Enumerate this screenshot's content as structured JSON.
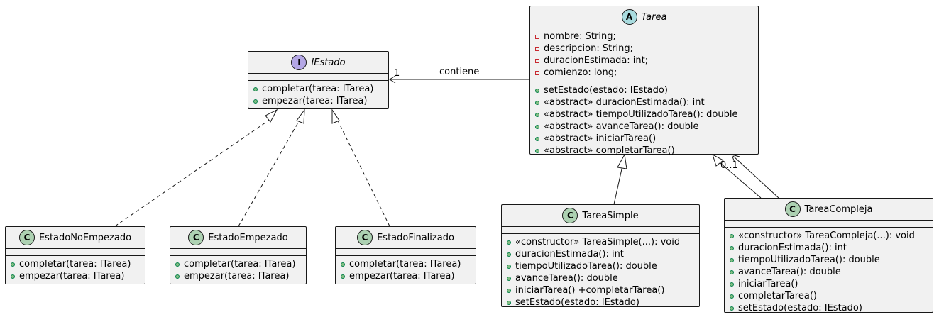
{
  "classes": {
    "iestado": {
      "badge": "I",
      "name": "IEstado",
      "fields": [],
      "methods": [
        {
          "vis": "public",
          "text": "completar(tarea: ITarea)"
        },
        {
          "vis": "public",
          "text": "empezar(tarea: ITarea)"
        }
      ]
    },
    "tarea": {
      "badge": "A",
      "name": "Tarea",
      "fields": [
        {
          "vis": "private",
          "text": "nombre: String;"
        },
        {
          "vis": "private",
          "text": "descripcion: String;"
        },
        {
          "vis": "private",
          "text": "duracionEstimada: int;"
        },
        {
          "vis": "private",
          "text": "comienzo: long;"
        }
      ],
      "methods": [
        {
          "vis": "public",
          "text": "setEstado(estado: IEstado)"
        },
        {
          "vis": "public",
          "text": "«abstract» duracionEstimada(): int"
        },
        {
          "vis": "public",
          "text": "«abstract» tiempoUtilizadoTarea(): double"
        },
        {
          "vis": "public",
          "text": "«abstract» avanceTarea(): double"
        },
        {
          "vis": "public",
          "text": "«abstract» iniciarTarea()"
        },
        {
          "vis": "public",
          "text": "«abstract» completarTarea()"
        }
      ]
    },
    "estado_no_empezado": {
      "badge": "C",
      "name": "EstadoNoEmpezado",
      "fields": [],
      "methods": [
        {
          "vis": "public",
          "text": "completar(tarea: ITarea)"
        },
        {
          "vis": "public",
          "text": "empezar(tarea: ITarea)"
        }
      ]
    },
    "estado_empezado": {
      "badge": "C",
      "name": "EstadoEmpezado",
      "fields": [],
      "methods": [
        {
          "vis": "public",
          "text": "completar(tarea: ITarea)"
        },
        {
          "vis": "public",
          "text": "empezar(tarea: ITarea)"
        }
      ]
    },
    "estado_finalizado": {
      "badge": "C",
      "name": "EstadoFinalizado",
      "fields": [],
      "methods": [
        {
          "vis": "public",
          "text": "completar(tarea: ITarea)"
        },
        {
          "vis": "public",
          "text": "empezar(tarea: ITarea)"
        }
      ]
    },
    "tarea_simple": {
      "badge": "C",
      "name": "TareaSimple",
      "fields": [],
      "methods": [
        {
          "vis": "public",
          "text": "«constructor» TareaSimple(...): void"
        },
        {
          "vis": "public",
          "text": "duracionEstimada(): int"
        },
        {
          "vis": "public",
          "text": "tiempoUtilizadoTarea(): double"
        },
        {
          "vis": "public",
          "text": "avanceTarea(): double"
        },
        {
          "vis": "public",
          "text": "iniciarTarea() +completarTarea()"
        },
        {
          "vis": "public",
          "text": "setEstado(estado: IEstado)"
        }
      ]
    },
    "tarea_compleja": {
      "badge": "C",
      "name": "TareaCompleja",
      "fields": [],
      "methods": [
        {
          "vis": "public",
          "text": "«constructor» TareaCompleja(...): void"
        },
        {
          "vis": "public",
          "text": "duracionEstimada(): int"
        },
        {
          "vis": "public",
          "text": "tiempoUtilizadoTarea(): double"
        },
        {
          "vis": "public",
          "text": "avanceTarea(): double"
        },
        {
          "vis": "public",
          "text": "iniciarTarea()"
        },
        {
          "vis": "public",
          "text": "completarTarea()"
        },
        {
          "vis": "public",
          "text": "setEstado(estado: IEstado)"
        }
      ]
    }
  },
  "relations": {
    "contiene": {
      "label": "contiene",
      "multiplicity": "1"
    },
    "composite": {
      "multiplicity": "0..1"
    }
  },
  "colors": {
    "class_badge": "#add1b2",
    "interface_badge": "#b4a7e5",
    "abstract_badge": "#a9dcdf",
    "box_fill": "#f1f1f1",
    "line": "#181818"
  }
}
